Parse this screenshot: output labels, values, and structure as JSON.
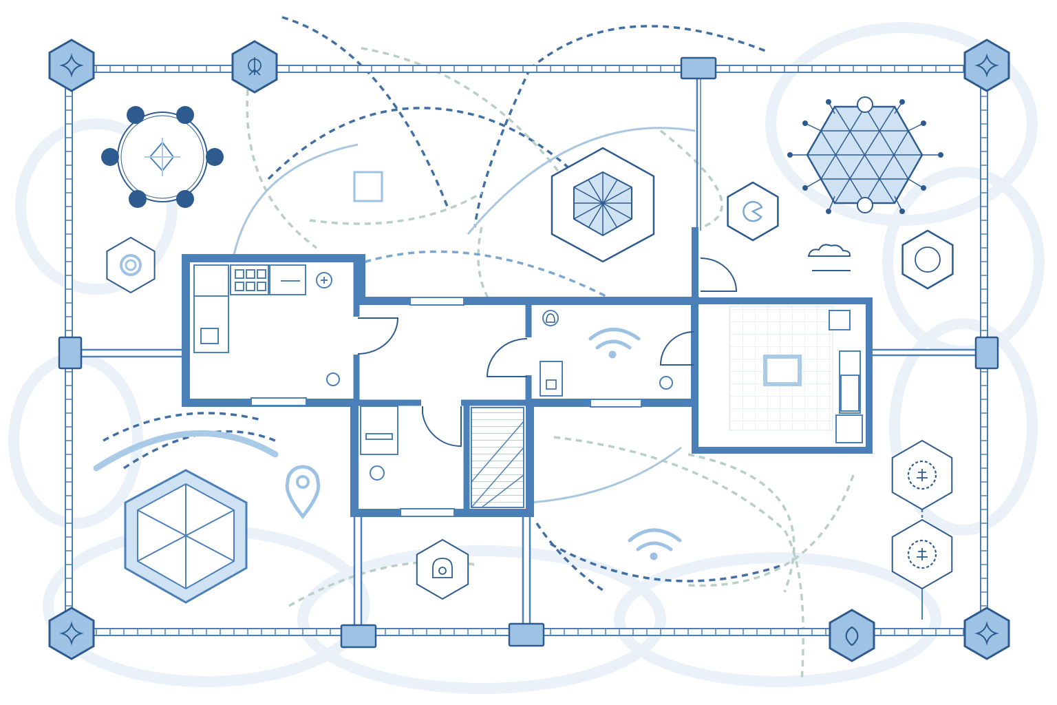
{
  "diagram": {
    "kind": "smart-home floor plan",
    "colors": {
      "background": "#ffffff",
      "wall": "#4a7fb8",
      "wall_fill": "#ffffff",
      "accent_light": "#a9cbe8",
      "accent_mid": "#7aa6d3",
      "dashed_dark": "#3f6fa5",
      "dashed_light": "#b9cfc6",
      "ghost": "#e6eef7",
      "icon_fill": "#cfe2f3",
      "icon_stroke": "#2d5a8f"
    },
    "corner_nodes": [
      "sparkle-icon",
      "sparkle-icon",
      "sparkle-icon",
      "sparkle-icon"
    ],
    "sensor_hexes": [
      "compass-icon",
      "target-icon",
      "circle-icon",
      "pie-icon",
      "gear-bug-icon",
      "gear-bug-icon",
      "home-lock-icon",
      "shield-icon"
    ],
    "symbols": [
      "wifi-icon",
      "wifi-icon",
      "wifi-icon",
      "location-pin-icon",
      "bell-icon",
      "cloud-icon",
      "molecule-icon",
      "snowflake-grid-icon",
      "cube-lattice-icon",
      "hexagon-prism-icon"
    ],
    "rooms": [
      "kitchen",
      "hallway",
      "living-room",
      "bathroom",
      "utility-room",
      "stairwell",
      "bedroom"
    ],
    "text": []
  }
}
